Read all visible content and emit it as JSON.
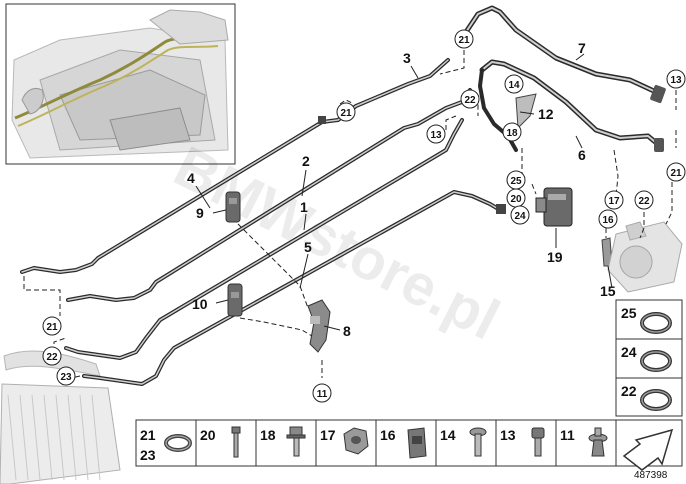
{
  "diagram": {
    "part_labels": {
      "p1": "1",
      "p2": "2",
      "p3": "3",
      "p4": "4",
      "p5": "5",
      "p6": "6",
      "p7": "7",
      "p8": "8",
      "p9": "9",
      "p10": "10",
      "p12": "12",
      "p15": "15",
      "p19": "19"
    },
    "callouts": {
      "c21": "21",
      "c22": "22",
      "c23": "23",
      "c13": "13",
      "c14": "14",
      "c18": "18",
      "c25": "25",
      "c20": "20",
      "c24": "24",
      "c16": "16",
      "c17": "17",
      "c11": "11"
    },
    "watermark": "BMWstore.pl",
    "ref_number": "487398"
  },
  "side_legend": [
    {
      "num": "25"
    },
    {
      "num": "24"
    },
    {
      "num": "22"
    }
  ],
  "bottom_legend": {
    "first_numbers": [
      "21",
      "23"
    ],
    "items": [
      {
        "num": "20"
      },
      {
        "num": "18"
      },
      {
        "num": "17"
      },
      {
        "num": "16"
      },
      {
        "num": "14"
      },
      {
        "num": "13"
      },
      {
        "num": "11"
      }
    ]
  },
  "icons": [
    "vehicle-overview-icon",
    "o-ring-icon",
    "bolt-icon",
    "nut-icon",
    "clip-icon",
    "expansion-valve-icon",
    "compressor-icon",
    "arrow-icon"
  ]
}
